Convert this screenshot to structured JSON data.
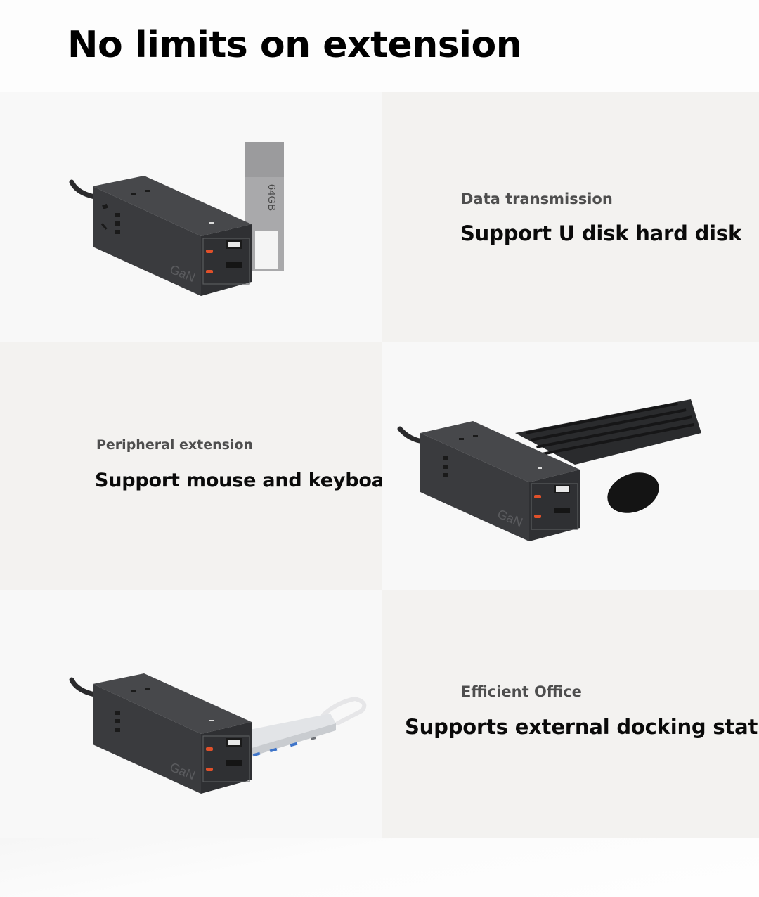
{
  "page": {
    "title": "No limits on extension"
  },
  "features": [
    {
      "eyebrow": "Data transmission",
      "headline": "Support U disk hard disk",
      "accessory": "usb-flash-drive",
      "accessory_label": "64GB"
    },
    {
      "eyebrow": "Peripheral extension",
      "headline": "Support mouse and keyboard",
      "accessory": "keyboard-and-mouse"
    },
    {
      "eyebrow": "Efficient Office",
      "headline": "Supports external docking station",
      "accessory": "usb-docking-station"
    }
  ],
  "product": {
    "brand_mark": "GaN"
  },
  "colors": {
    "panel_light": "#f8f8f8",
    "panel_warm": "#f3f2f0",
    "device_body": "#3a3b3e",
    "port_accent": "#e0502a"
  }
}
